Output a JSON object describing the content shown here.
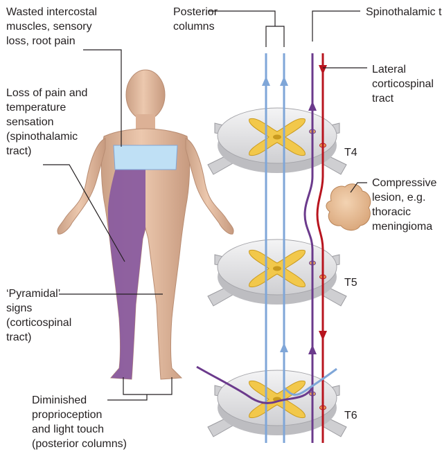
{
  "labels": {
    "intercostal": [
      "Wasted intercostal",
      "muscles, sensory",
      "loss, root pain"
    ],
    "pain_temp": [
      "Loss of pain and",
      "temperature",
      "sensation",
      "(spinothalamic",
      "tract)"
    ],
    "pyramidal": [
      "‘Pyramidal’",
      "signs",
      "(corticospinal",
      "tract)"
    ],
    "proprioception": [
      "Diminished",
      "proprioception",
      "and light touch",
      "(posterior columns)"
    ],
    "posterior_columns": [
      "Posterior",
      "columns"
    ],
    "spinothalamic": [
      "Spinothalamic tract"
    ],
    "corticospinal": [
      "Lateral",
      "corticospinal",
      "tract"
    ],
    "lesion": [
      "Compressive",
      "lesion, e.g.",
      "thoracic",
      "meningioma"
    ]
  },
  "levels": [
    "T4",
    "T5",
    "T6"
  ],
  "colors": {
    "posterior_columns": "#7fa6d8",
    "spinothalamic": "#6b3a8c",
    "corticospinal": "#b8141e",
    "grey_matter": "#f2c84b",
    "white_matter": "#e4e4e6",
    "sensory_band": "#bfe0f5",
    "spinothalamic_loss": "#8a5c9f",
    "skin": "#e3b99c",
    "lesion": "#e8bf96"
  }
}
